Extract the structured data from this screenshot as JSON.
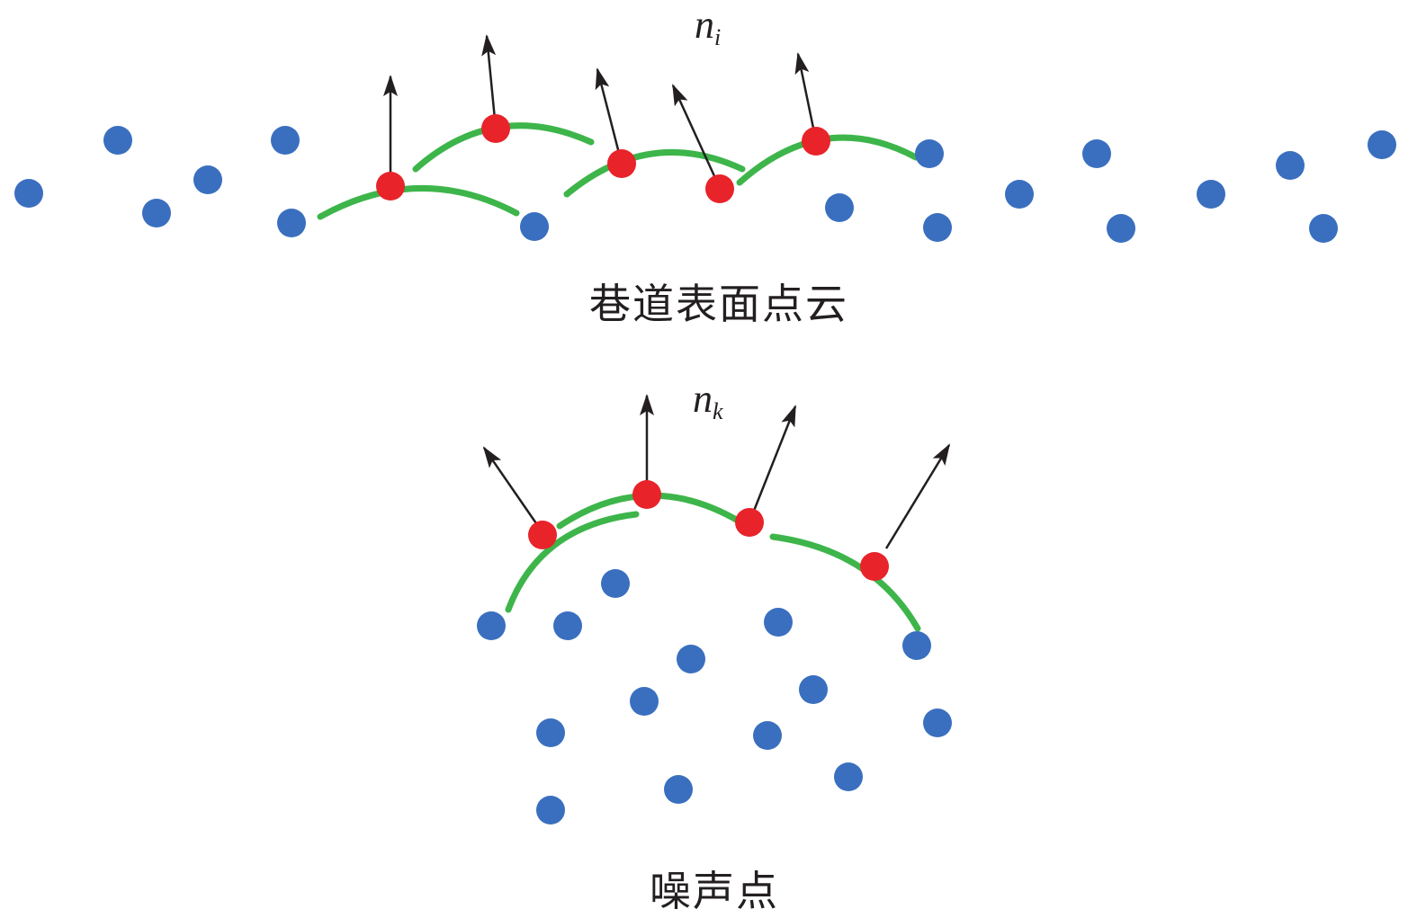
{
  "top_panel": {
    "normal_label": {
      "base": "n",
      "subscript": "i"
    },
    "caption": "巷道表面点云"
  },
  "bottom_panel": {
    "normal_label": {
      "base": "n",
      "subscript": "k"
    },
    "caption": "噪声点"
  },
  "colors": {
    "point_blue": "#3a6fbf",
    "point_red": "#e8232a",
    "arc_green": "#3db54a",
    "arrow": "#231f20"
  }
}
